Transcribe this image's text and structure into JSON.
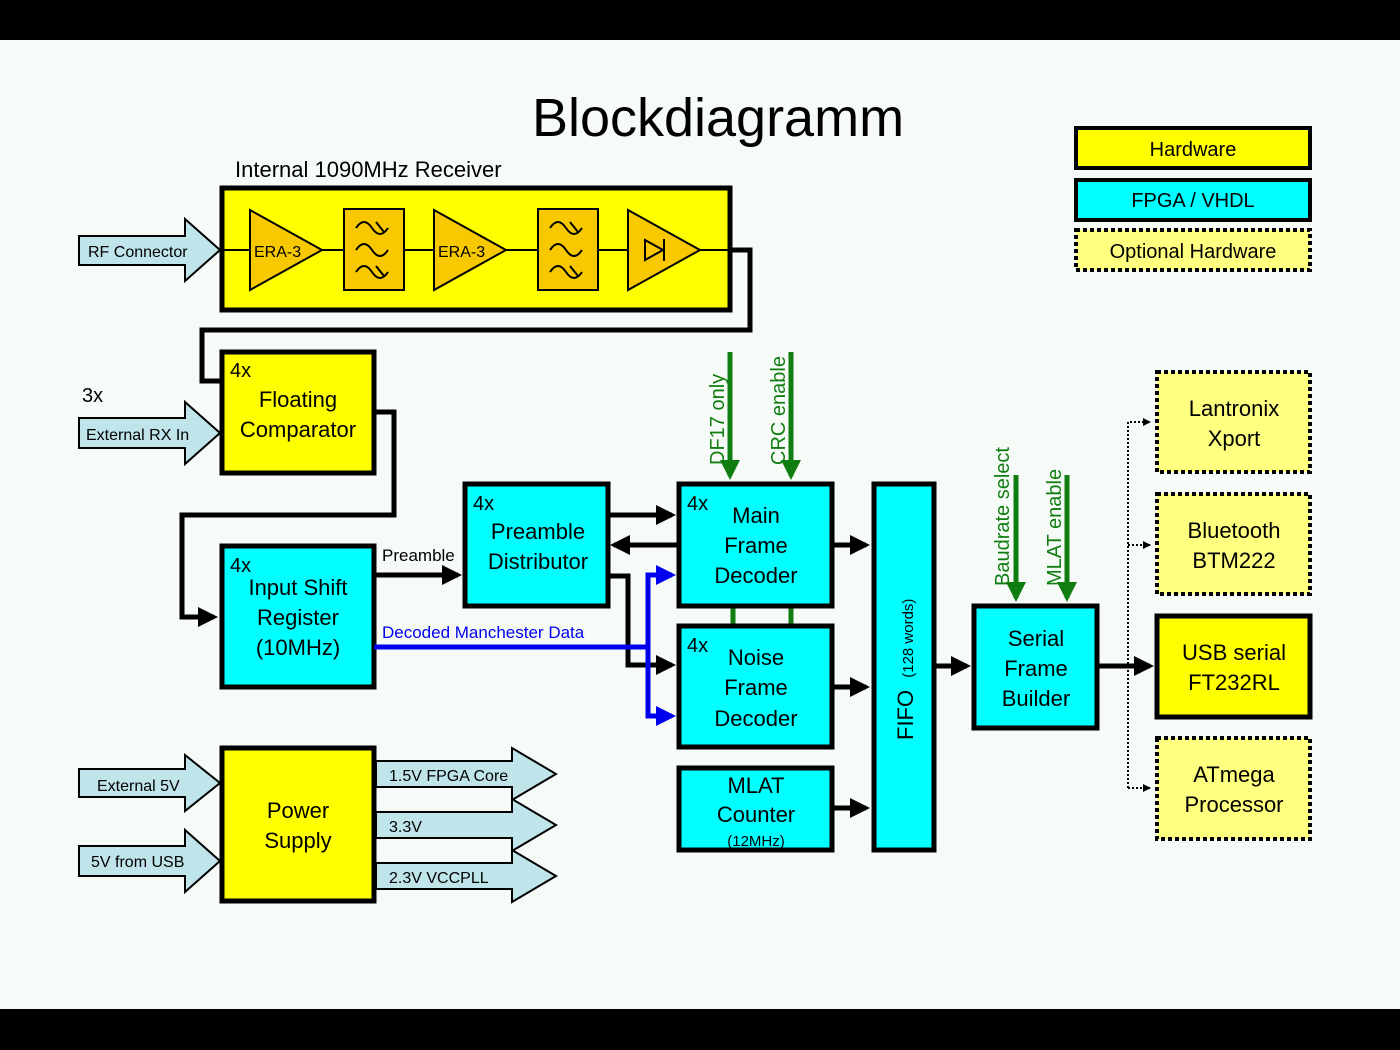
{
  "title": "Blockdiagramm",
  "legend": {
    "hardware": "Hardware",
    "fpga": "FPGA / VHDL",
    "optional": "Optional Hardware"
  },
  "colors": {
    "hardware": "#ffff00",
    "fpga": "#00ffff",
    "optional": "#ffff80",
    "arrow_fill": "#bfe4ea",
    "receiver_part": "#f8c800",
    "control_signal": "#107d10",
    "data_signal": "#0000ee"
  },
  "receiver": {
    "label": "Internal 1090MHz Receiver",
    "amp1": "ERA-3",
    "amp2": "ERA-3",
    "filter1_icon": "bandpass-filter-icon",
    "filter2_icon": "bandpass-filter-icon",
    "detector_icon": "diode-detector-icon"
  },
  "inputs": {
    "rf": "RF Connector",
    "ext_rx": "External RX In",
    "ext_rx_count": "3x",
    "ext_5v": "External 5V",
    "usb_5v": "5V from USB"
  },
  "blocks": {
    "comparator": {
      "count": "4x",
      "line1": "Floating",
      "line2": "Comparator"
    },
    "shift_register": {
      "count": "4x",
      "line1": "Input Shift",
      "line2": "Register",
      "line3": "(10MHz)"
    },
    "preamble_distributor": {
      "count": "4x",
      "line1": "Preamble",
      "line2": "Distributor"
    },
    "main_decoder": {
      "count": "4x",
      "line1": "Main",
      "line2": "Frame",
      "line3": "Decoder"
    },
    "noise_decoder": {
      "count": "4x",
      "line1": "Noise",
      "line2": "Frame",
      "line3": "Decoder"
    },
    "mlat_counter": {
      "line1": "MLAT",
      "line2": "Counter",
      "line3": "(12MHz)"
    },
    "fifo": {
      "label": "FIFO",
      "sub": "(128 words)"
    },
    "serial_builder": {
      "line1": "Serial",
      "line2": "Frame",
      "line3": "Builder"
    },
    "power_supply": {
      "line1": "Power",
      "line2": "Supply"
    }
  },
  "outputs": {
    "lantronix": {
      "line1": "Lantronix",
      "line2": "Xport"
    },
    "bluetooth": {
      "line1": "Bluetooth",
      "line2": "BTM222"
    },
    "usb": {
      "line1": "USB serial",
      "line2": "FT232RL"
    },
    "atmega": {
      "line1": "ATmega",
      "line2": "Processor"
    }
  },
  "power_outputs": [
    "1.5V FPGA Core",
    "3.3V",
    "2.3V VCCPLL"
  ],
  "signals": {
    "preamble": "Preamble",
    "manchester": "Decoded Manchester Data",
    "df17": "DF17 only",
    "crc": "CRC enable",
    "baudrate": "Baudrate select",
    "mlat": "MLAT enable"
  }
}
